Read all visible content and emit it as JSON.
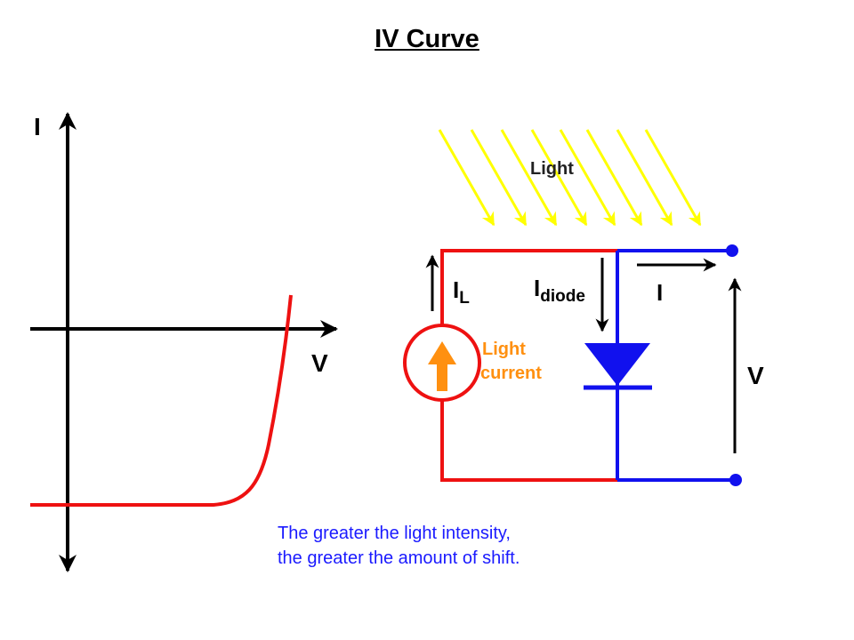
{
  "title": "IV Curve",
  "graph": {
    "y_axis_label": "I",
    "x_axis_label": "V"
  },
  "circuit": {
    "light_label": "Light",
    "il_label_main": "I",
    "il_label_sub": "L",
    "idiode_label_main": "I",
    "idiode_label_sub": "diode",
    "output_current_label": "I",
    "output_voltage_label": "V",
    "source_label_line1": "Light",
    "source_label_line2": "current"
  },
  "caption": {
    "line1": "The greater the light intensity,",
    "line2": "the greater the amount of shift."
  },
  "colors": {
    "red": "#ee1111",
    "blue": "#1111ee",
    "yellow": "#ffff00",
    "orange": "#ff9010",
    "caption_blue": "#1a1aff"
  }
}
